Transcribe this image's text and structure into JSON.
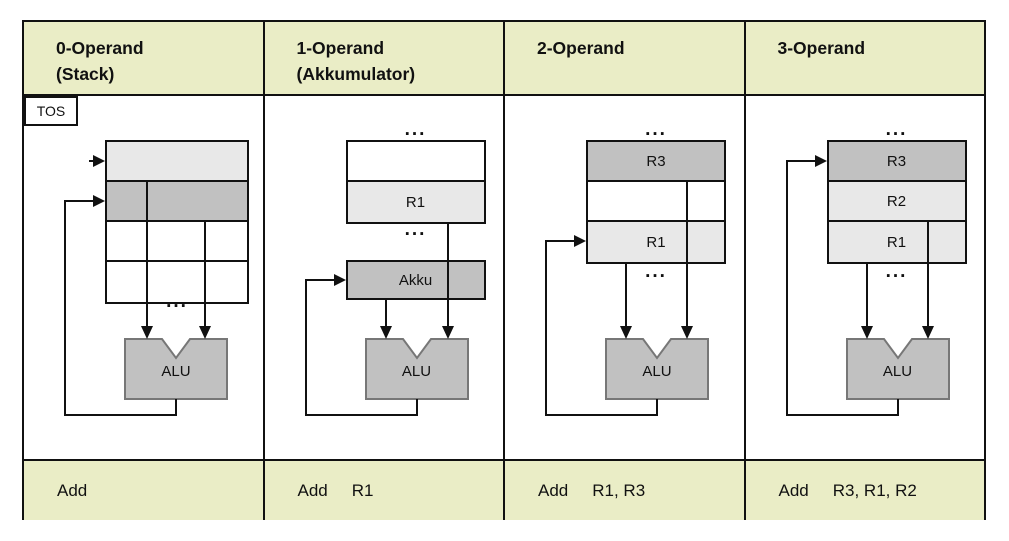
{
  "colors": {
    "header_bg": "#eaedc6",
    "cell_light": "#e8e8e8",
    "cell_medium": "#c1c1c1",
    "alu_fill": "#c1c1c1",
    "border": "#111111"
  },
  "columns": [
    {
      "key": "0-operand",
      "header_lines": [
        "0-Operand",
        "(Stack)"
      ],
      "instruction": {
        "mnemonic": "Add",
        "operands": ""
      },
      "diagram": {
        "tos_label": "TOS",
        "stack_cells": [
          "",
          "",
          "",
          ""
        ],
        "dots_bottom": "...",
        "alu_label": "ALU"
      }
    },
    {
      "key": "1-operand",
      "header_lines": [
        "1-Operand",
        "(Akkumulator)"
      ],
      "instruction": {
        "mnemonic": "Add",
        "operands": "R1"
      },
      "diagram": {
        "dots_top": "...",
        "register_cells": [
          "",
          "R1"
        ],
        "dots_bottom": "...",
        "akku_label": "Akku",
        "alu_label": "ALU"
      }
    },
    {
      "key": "2-operand",
      "header_lines": [
        "2-Operand",
        ""
      ],
      "instruction": {
        "mnemonic": "Add",
        "operands": "R1, R3"
      },
      "diagram": {
        "dots_top": "...",
        "register_cells": [
          "R3",
          "",
          "R1"
        ],
        "dots_bottom": "...",
        "alu_label": "ALU"
      }
    },
    {
      "key": "3-operand",
      "header_lines": [
        "3-Operand",
        ""
      ],
      "instruction": {
        "mnemonic": "Add",
        "operands": "R3, R1, R2"
      },
      "diagram": {
        "dots_top": "...",
        "register_cells": [
          "R3",
          "R2",
          "R1"
        ],
        "dots_bottom": "...",
        "alu_label": "ALU"
      }
    }
  ]
}
